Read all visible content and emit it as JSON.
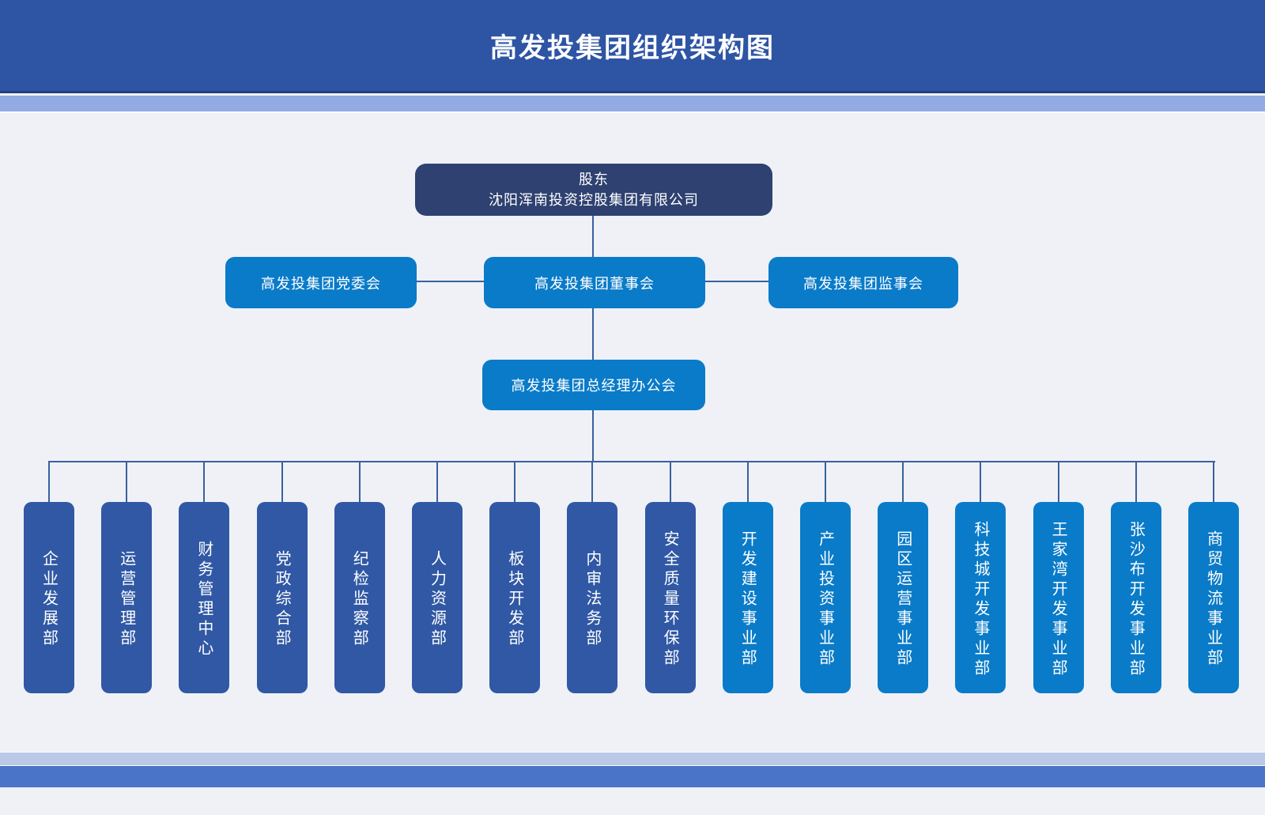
{
  "title": "高发投集团组织架构图",
  "colors": {
    "header": "#2e54a4",
    "header_underline": "#23407c",
    "top_strip": "#92abe2",
    "background": "#eff1f7",
    "bottom_strip_light": "#b9c9e7",
    "bottom_strip_dark": "#4a74c8",
    "shareholder_box": "#2e4170",
    "governance_box": "#0a7bc8",
    "department_box_dark": "#3058a4",
    "department_box_bright": "#0a7bc8",
    "connector": "#38619f",
    "text": "#ffffff"
  },
  "nodes": {
    "shareholder": {
      "line1": "股东",
      "line2": "沈阳浑南投资控股集团有限公司"
    },
    "party_committee": {
      "label": "高发投集团党委会"
    },
    "board": {
      "label": "高发投集团董事会"
    },
    "supervisory": {
      "label": "高发投集团监事会"
    },
    "gm_office": {
      "label": "高发投集团总经理办公会"
    },
    "departments": [
      {
        "label": "企业发展部",
        "type": "dark"
      },
      {
        "label": "运营管理部",
        "type": "dark"
      },
      {
        "label": "财务管理中心",
        "type": "dark"
      },
      {
        "label": "党政综合部",
        "type": "dark"
      },
      {
        "label": "纪检监察部",
        "type": "dark"
      },
      {
        "label": "人力资源部",
        "type": "dark"
      },
      {
        "label": "板块开发部",
        "type": "dark"
      },
      {
        "label": "内审法务部",
        "type": "dark"
      },
      {
        "label": "安全质量环保部",
        "type": "dark"
      },
      {
        "label": "开发建设事业部",
        "type": "bright"
      },
      {
        "label": "产业投资事业部",
        "type": "bright"
      },
      {
        "label": "园区运营事业部",
        "type": "bright"
      },
      {
        "label": "科技城开发事业部",
        "type": "bright"
      },
      {
        "label": "王家湾开发事业部",
        "type": "bright"
      },
      {
        "label": "张沙布开发事业部",
        "type": "bright"
      },
      {
        "label": "商贸物流事业部",
        "type": "bright"
      }
    ]
  }
}
